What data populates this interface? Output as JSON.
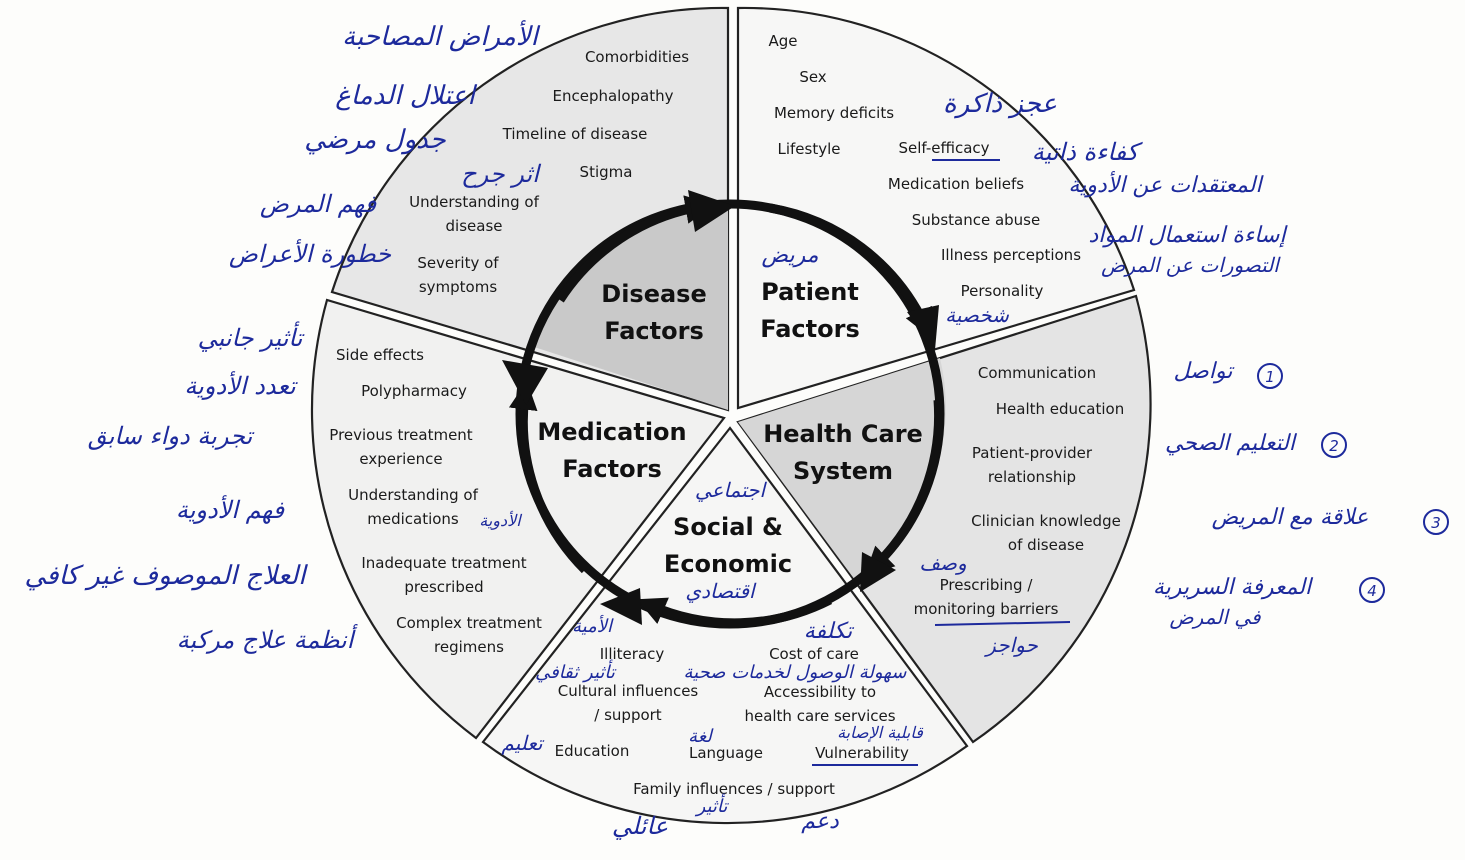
{
  "diagram": {
    "sectors": {
      "disease": {
        "title": [
          "Disease",
          "Factors"
        ],
        "items": [
          [
            "Comorbidities"
          ],
          [
            "Encephalopathy"
          ],
          [
            "Timeline of disease"
          ],
          [
            "Stigma"
          ],
          [
            "Understanding of",
            "disease"
          ],
          [
            "Severity of",
            "symptoms"
          ]
        ]
      },
      "patient": {
        "title": [
          "Patient",
          "Factors"
        ],
        "items": [
          [
            "Age"
          ],
          [
            "Sex"
          ],
          [
            "Memory deficits"
          ],
          [
            "Lifestyle"
          ],
          [
            "Self-efficacy"
          ],
          [
            "Medication beliefs"
          ],
          [
            "Substance abuse"
          ],
          [
            "Illness perceptions"
          ],
          [
            "Personality"
          ]
        ]
      },
      "health": {
        "title": [
          "Health Care",
          "System"
        ],
        "items": [
          [
            "Communication"
          ],
          [
            "Health education"
          ],
          [
            "Patient-provider",
            "relationship"
          ],
          [
            "Clinician knowledge",
            "of disease"
          ],
          [
            "Prescribing /",
            "monitoring barriers"
          ]
        ]
      },
      "social": {
        "title": [
          "Social &",
          "Economic"
        ],
        "items": [
          [
            "Illiteracy"
          ],
          [
            "Cultural influences",
            "/ support"
          ],
          [
            "Education"
          ],
          [
            "Language"
          ],
          [
            "Cost of care"
          ],
          [
            "Accessibility to",
            "health care services"
          ],
          [
            "Vulnerability"
          ],
          [
            "Family influences / support"
          ]
        ]
      },
      "medication": {
        "title": [
          "Medication",
          "Factors"
        ],
        "items": [
          [
            "Side effects"
          ],
          [
            "Polypharmacy"
          ],
          [
            "Previous treatment",
            "experience"
          ],
          [
            "Understanding of",
            "medications"
          ],
          [
            "Inadequate treatment",
            "prescribed"
          ],
          [
            "Complex treatment",
            "regimens"
          ]
        ]
      }
    },
    "annotations": {
      "disease": [
        "الأمراض المصاحبة",
        "اعتلال الدماغ",
        "جدول مرضي",
        "اثر جرح",
        "فهم المرض",
        "خطورة الأعراض"
      ],
      "patient": [
        "مريض",
        "عجز ذاكرة",
        "كفاءة ذاتية",
        "المعتقدات عن الأدوية",
        "إساءة استعمال المواد",
        "التصورات عن المرض",
        "شخصية"
      ],
      "health": [
        "تواصل",
        "التعليم الصحي",
        "علاقة مع المريض",
        "المعرفة السريرية",
        "في المرض",
        "وصف",
        "حواجز"
      ],
      "health_numbers": [
        "1",
        "2",
        "3",
        "4"
      ],
      "medication": [
        "تأثير جانبي",
        "تعدد الأدوية",
        "تجربة دواء سابق",
        "فهم الأدوية",
        "الأدوية",
        "العلاج الموصوف غير كافي",
        "أنظمة علاج مركبة"
      ],
      "social": [
        "اجتماعي",
        "اقتصادي",
        "الأمية",
        "تأثير ثقافي",
        "تكلفة",
        "سهولة الوصول لخدمات صحية",
        "لغة",
        "قابلية الإصابة",
        "تعليم",
        "عائلي",
        "تأثير",
        "دعم"
      ]
    }
  }
}
